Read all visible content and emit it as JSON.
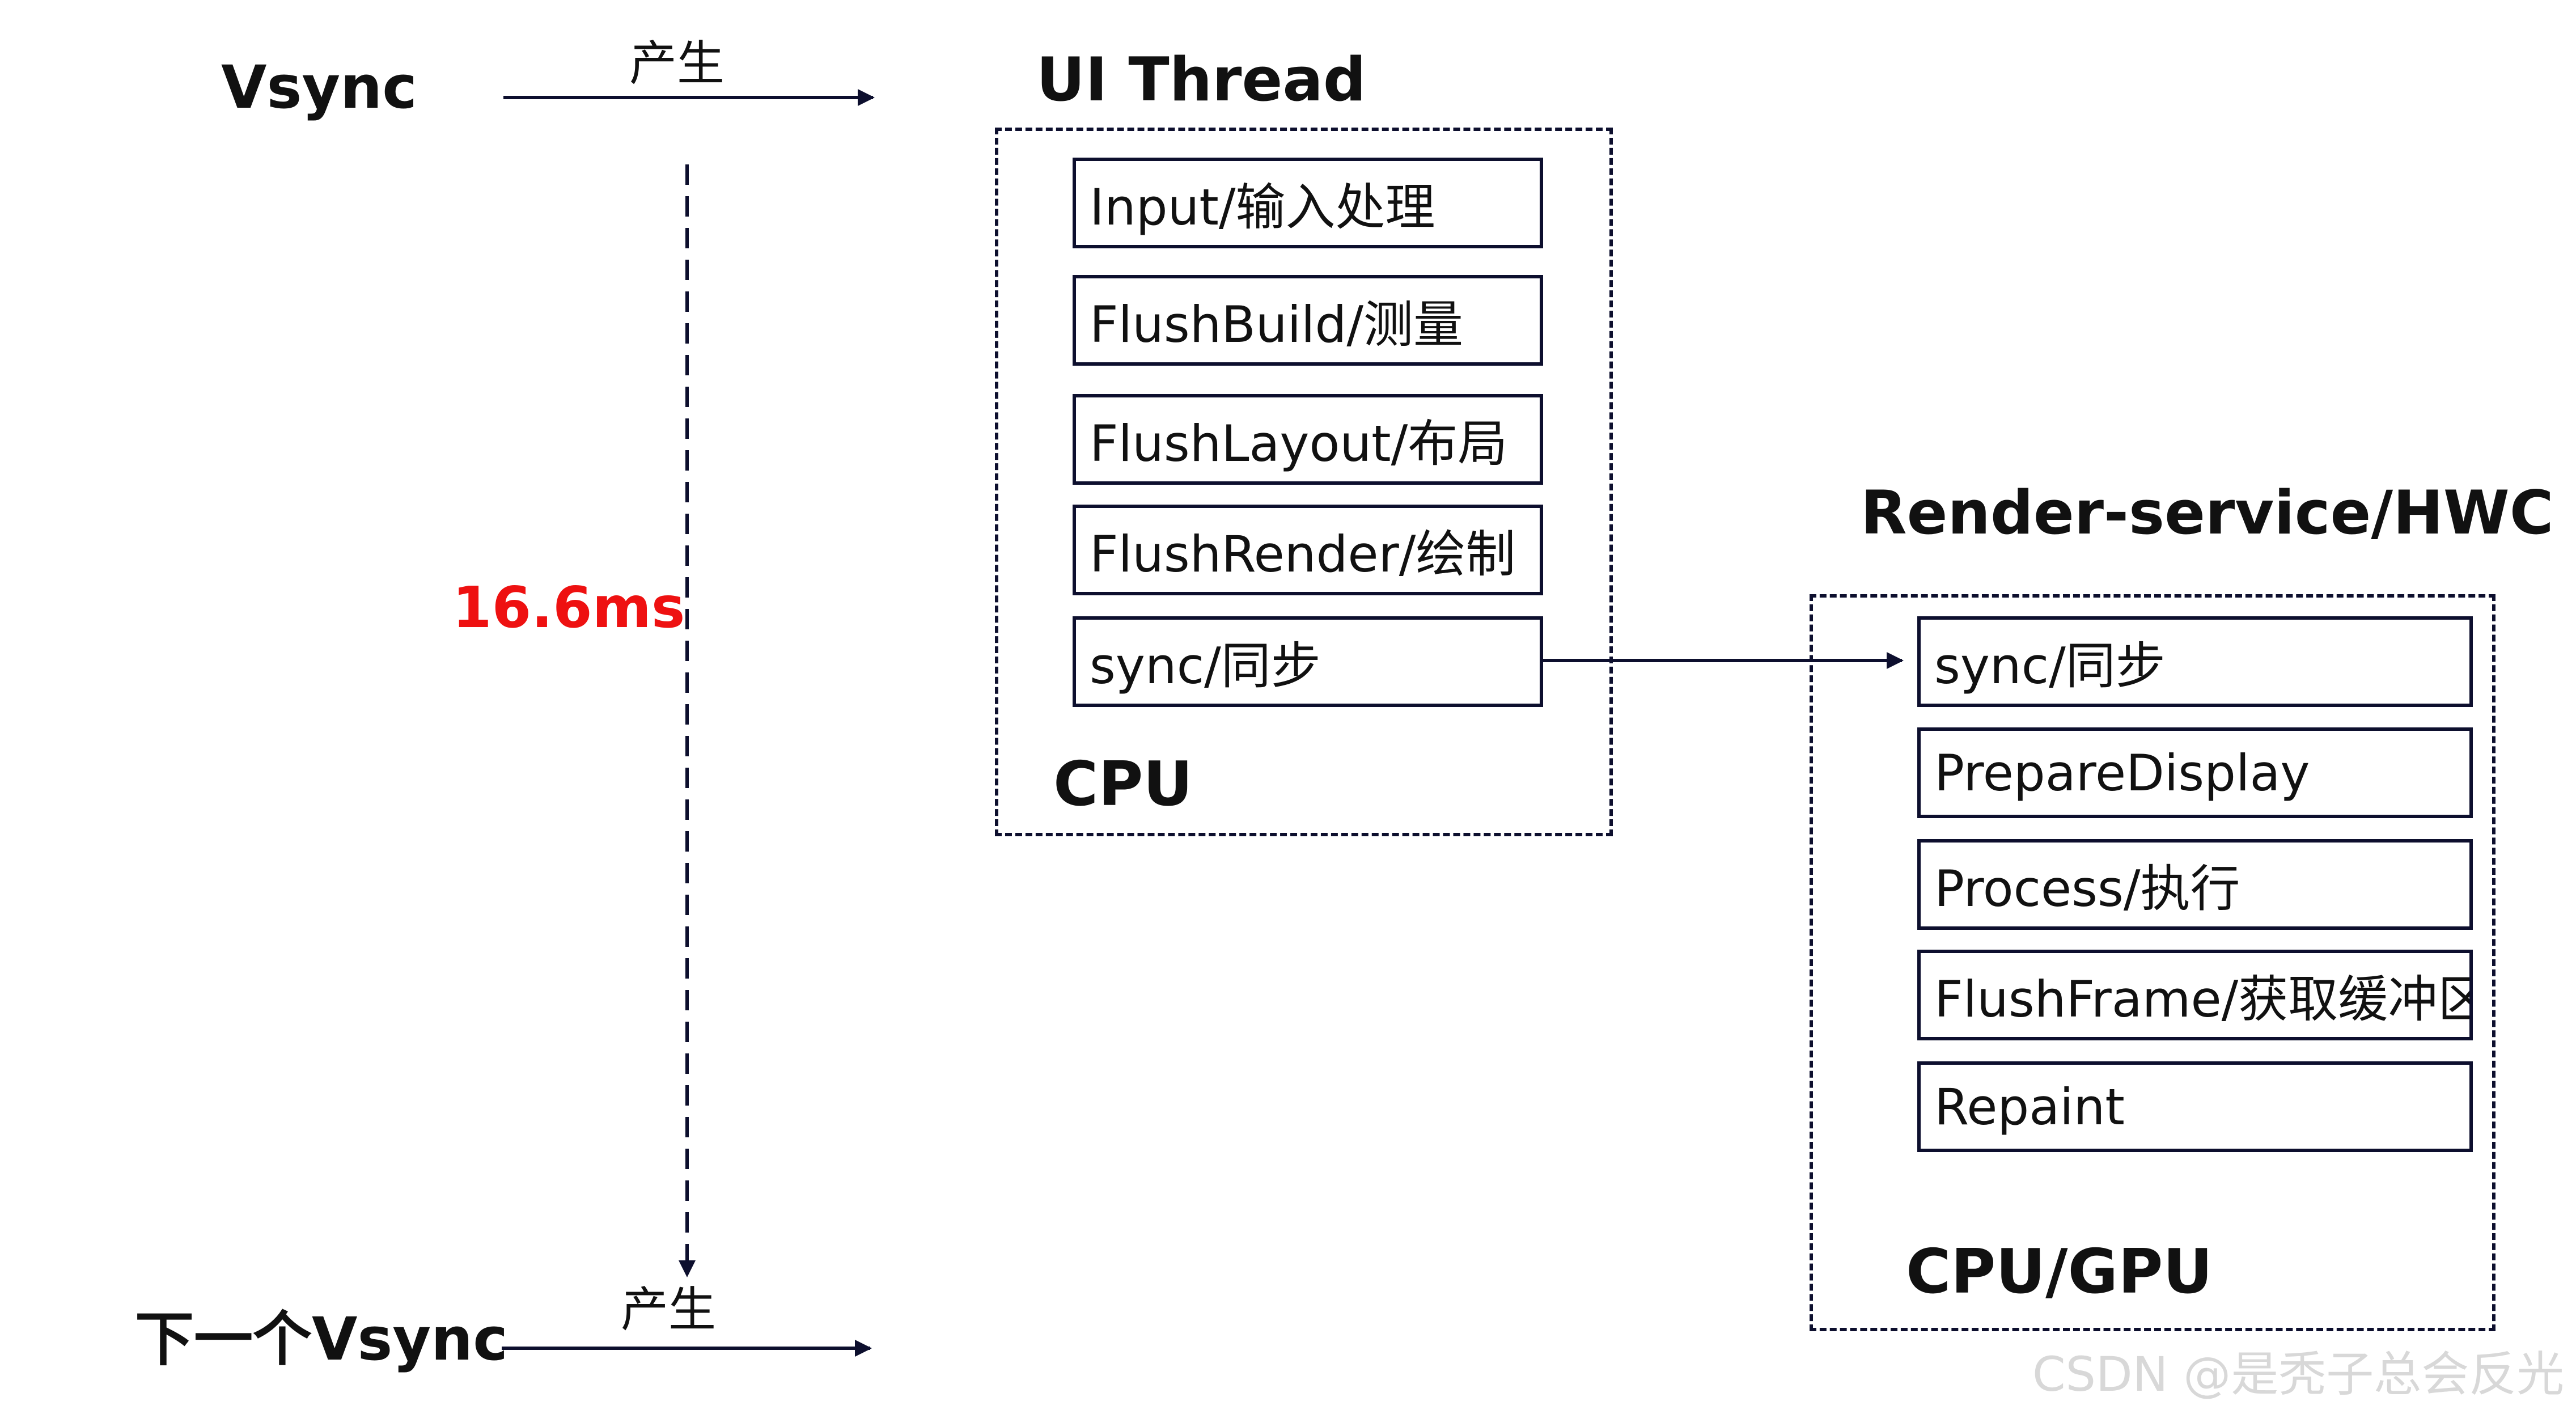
{
  "vsync": {
    "label": "Vsync",
    "arrow_label": "产生"
  },
  "next_vsync": {
    "label": "下一个Vsync",
    "arrow_label": "产生"
  },
  "timing": {
    "label": "16.6ms",
    "color": "#ee1111"
  },
  "ui_thread": {
    "title": "UI Thread",
    "processor_label": "CPU",
    "steps": [
      "Input/输入处理",
      "FlushBuild/测量",
      "FlushLayout/布局",
      "FlushRender/绘制",
      "sync/同步"
    ]
  },
  "render_service": {
    "title": "Render-service/HWC",
    "processor_label": "CPU/GPU",
    "steps": [
      "sync/同步",
      "PrepareDisplay",
      "Process/执行",
      "FlushFrame/获取缓冲区",
      "Repaint"
    ]
  },
  "watermark": "CSDN @是秃子总会反光",
  "colors": {
    "line": "#0d0f2e",
    "text": "#111111"
  }
}
